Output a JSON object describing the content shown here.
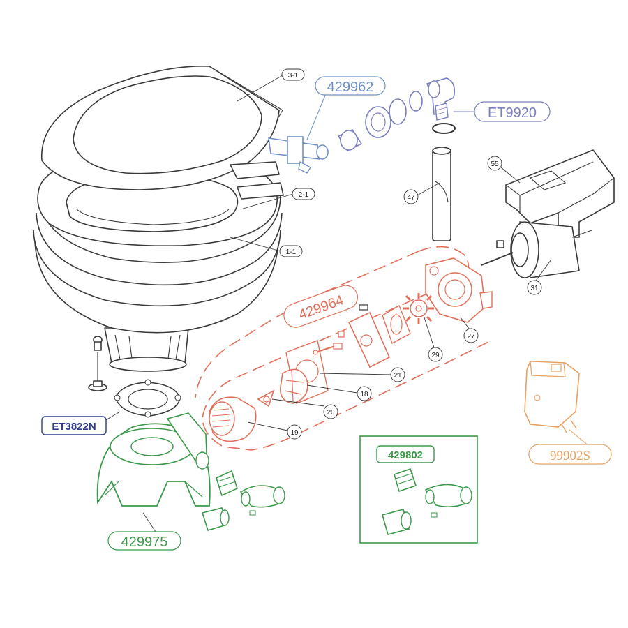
{
  "colors": {
    "ink": "#3a3a3a",
    "blue_light": "#6f90c8",
    "purple": "#7a7fc0",
    "navy": "#2f3a8f",
    "red": "#e0705a",
    "green": "#3a9a4a",
    "orange": "#e8a060"
  },
  "callouts": {
    "p3_1": "3-1",
    "p2_1": "2-1",
    "p1_1": "1-1",
    "p47": "47",
    "p55": "55",
    "p31": "31",
    "p21": "21",
    "p18": "18",
    "p20": "20",
    "p19": "19",
    "p29": "29",
    "p27": "27"
  },
  "kits": {
    "k429962": "429962",
    "kET9920": "ET9920",
    "k429964": "429964",
    "kET3822N": "ET3822N",
    "k429802": "429802",
    "k429975": "429975",
    "k99902S": "99902S"
  }
}
